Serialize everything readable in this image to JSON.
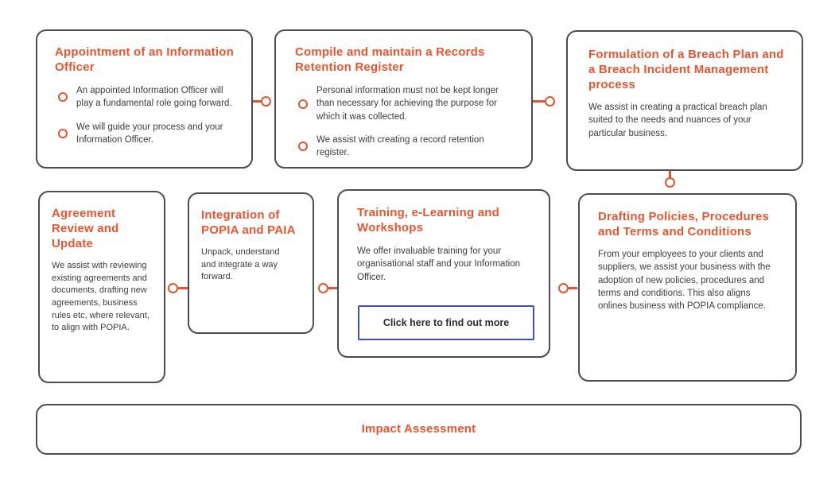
{
  "diagram": {
    "colors": {
      "heading_orange": "#e8552e",
      "connector_orange": "#dd5831",
      "body_text": "#3c3c3c",
      "card_border": "#4d4d4d",
      "button_border": "#3f51b5"
    },
    "cards": {
      "appointment": {
        "title": "Appointment of an Information Officer",
        "bullets": [
          "An appointed Information Officer will play a fundamental role going forward.",
          "We will guide your process and your Information Officer."
        ]
      },
      "records": {
        "title": "Compile and maintain a Records Retention Register",
        "bullets": [
          "Personal information must not be kept longer than necessary for achieving the purpose for which it was collected.",
          "We assist with creating a record retention register."
        ]
      },
      "breach": {
        "title": "Formulation of a Breach Plan and a Breach Incident Management process",
        "body": "We assist in creating a practical breach plan suited to the needs and nuances of your particular business."
      },
      "agreement": {
        "title": "Agreement Review and Update",
        "body": "We assist with reviewing existing agreements and documents, drafting new agreements, business rules etc, where relevant, to align with POPIA."
      },
      "integration": {
        "title": "Integration of POPIA and PAIA",
        "body": "Unpack, understand and integrate a way forward."
      },
      "training": {
        "title": "Training, e-Learning and Workshops",
        "body": "We offer invaluable training for your organisational staff and your Information Officer.",
        "button_label": "Click here to find out more"
      },
      "drafting": {
        "title": "Drafting Policies, Procedures and Terms and Conditions",
        "body": "From your employees to your clients and suppliers, we assist your business with the adoption of new policies, procedures and terms and conditions. This also aligns onlines business with POPIA compliance."
      },
      "impact": {
        "title": "Impact Assessment"
      }
    }
  }
}
